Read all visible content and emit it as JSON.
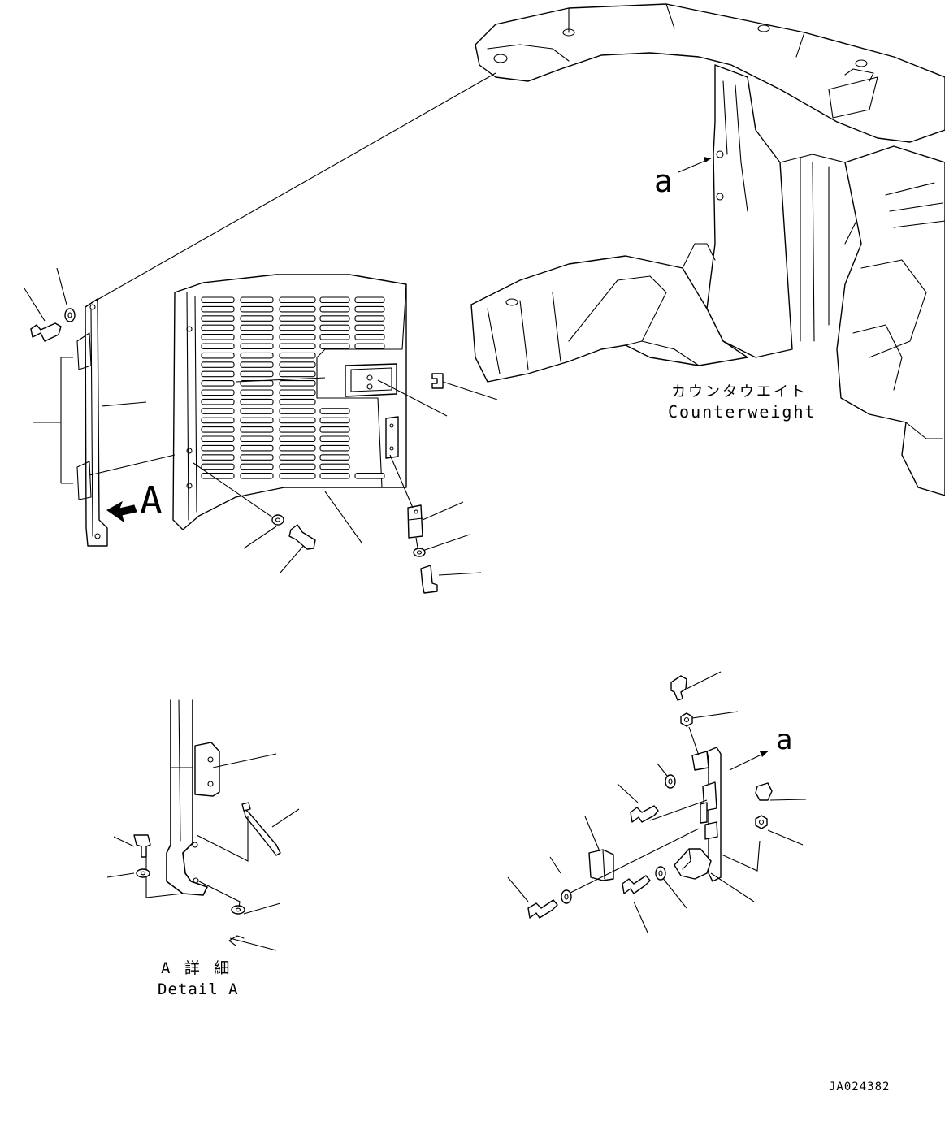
{
  "labels": {
    "view_arrow_a": "A",
    "ref_a_top": "a",
    "ref_a_bottom": "a",
    "counterweight_jp": "カウンタウエイト",
    "counterweight_en": "Counterweight",
    "detail_jp": "A 詳 細",
    "detail_en": "Detail A",
    "drawing_number": "JA024382"
  },
  "icons": [
    "bolt-icon",
    "washer-icon",
    "nut-icon",
    "clip-icon",
    "arrow-icon"
  ]
}
